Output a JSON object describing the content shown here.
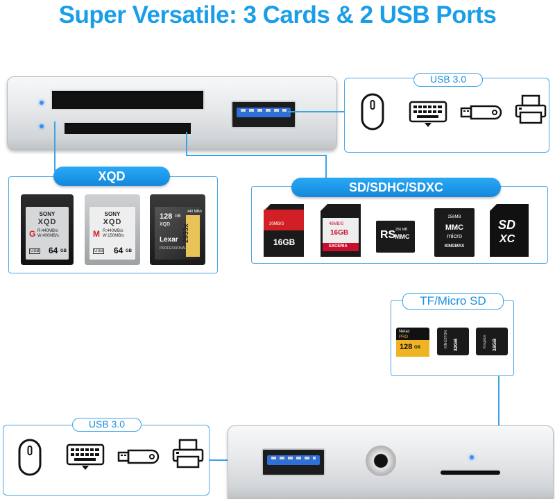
{
  "title": "Super Versatile: 3 Cards & 2 USB Ports",
  "labels": {
    "usb_top": "USB 3.0",
    "xqd": "XQD",
    "sd": "SD/SDHC/SDXC",
    "tf": "TF/Micro SD",
    "usb_bottom": "USB 3.0"
  },
  "icons_usb": [
    "mouse-icon",
    "keyboard-icon",
    "usb-flash-drive-icon",
    "printer-icon"
  ],
  "colors": {
    "accent": "#1a9ee8",
    "line": "#3ba3e6",
    "led": "#3c8ef0"
  },
  "xqd_cards": [
    {
      "brand": "SONY",
      "name": "XQD",
      "grade": "G",
      "r": "R:440MB/s",
      "w": "W:400MB/s",
      "size": "64",
      "unit": "GB",
      "tag": "USB"
    },
    {
      "brand": "SONY",
      "name": "XQD",
      "grade": "M",
      "r": "R:440MB/s",
      "w": "W:150MB/s",
      "size": "64",
      "unit": "GB",
      "tag": "USB"
    },
    {
      "brand": "Lexar",
      "name": "XQD",
      "grade": "PROFESSIONAL",
      "size": "128",
      "unit": "GB",
      "speed": "2933x",
      "mb": "440 MB/s"
    }
  ],
  "sd_cards": [
    {
      "top": "30MB/S",
      "size": "16GB"
    },
    {
      "top": "48MB/S",
      "size": "16GB",
      "brand": "EXCERIA"
    },
    {
      "line1": "RS",
      "line2": "MMC",
      "small": "256 MB"
    },
    {
      "small": "256MB",
      "line1": "MMC",
      "line2": "micro",
      "brand": "KINGMAX"
    },
    {
      "line1": "SD",
      "line2": "XC"
    }
  ],
  "micro_cards": [
    {
      "brand": "Netac",
      "line": "PRO",
      "size": "128",
      "unit": "GB"
    },
    {
      "brand": "KINGSTON",
      "size": "32GB"
    },
    {
      "brand": "Kingston",
      "size": "16GB"
    }
  ]
}
